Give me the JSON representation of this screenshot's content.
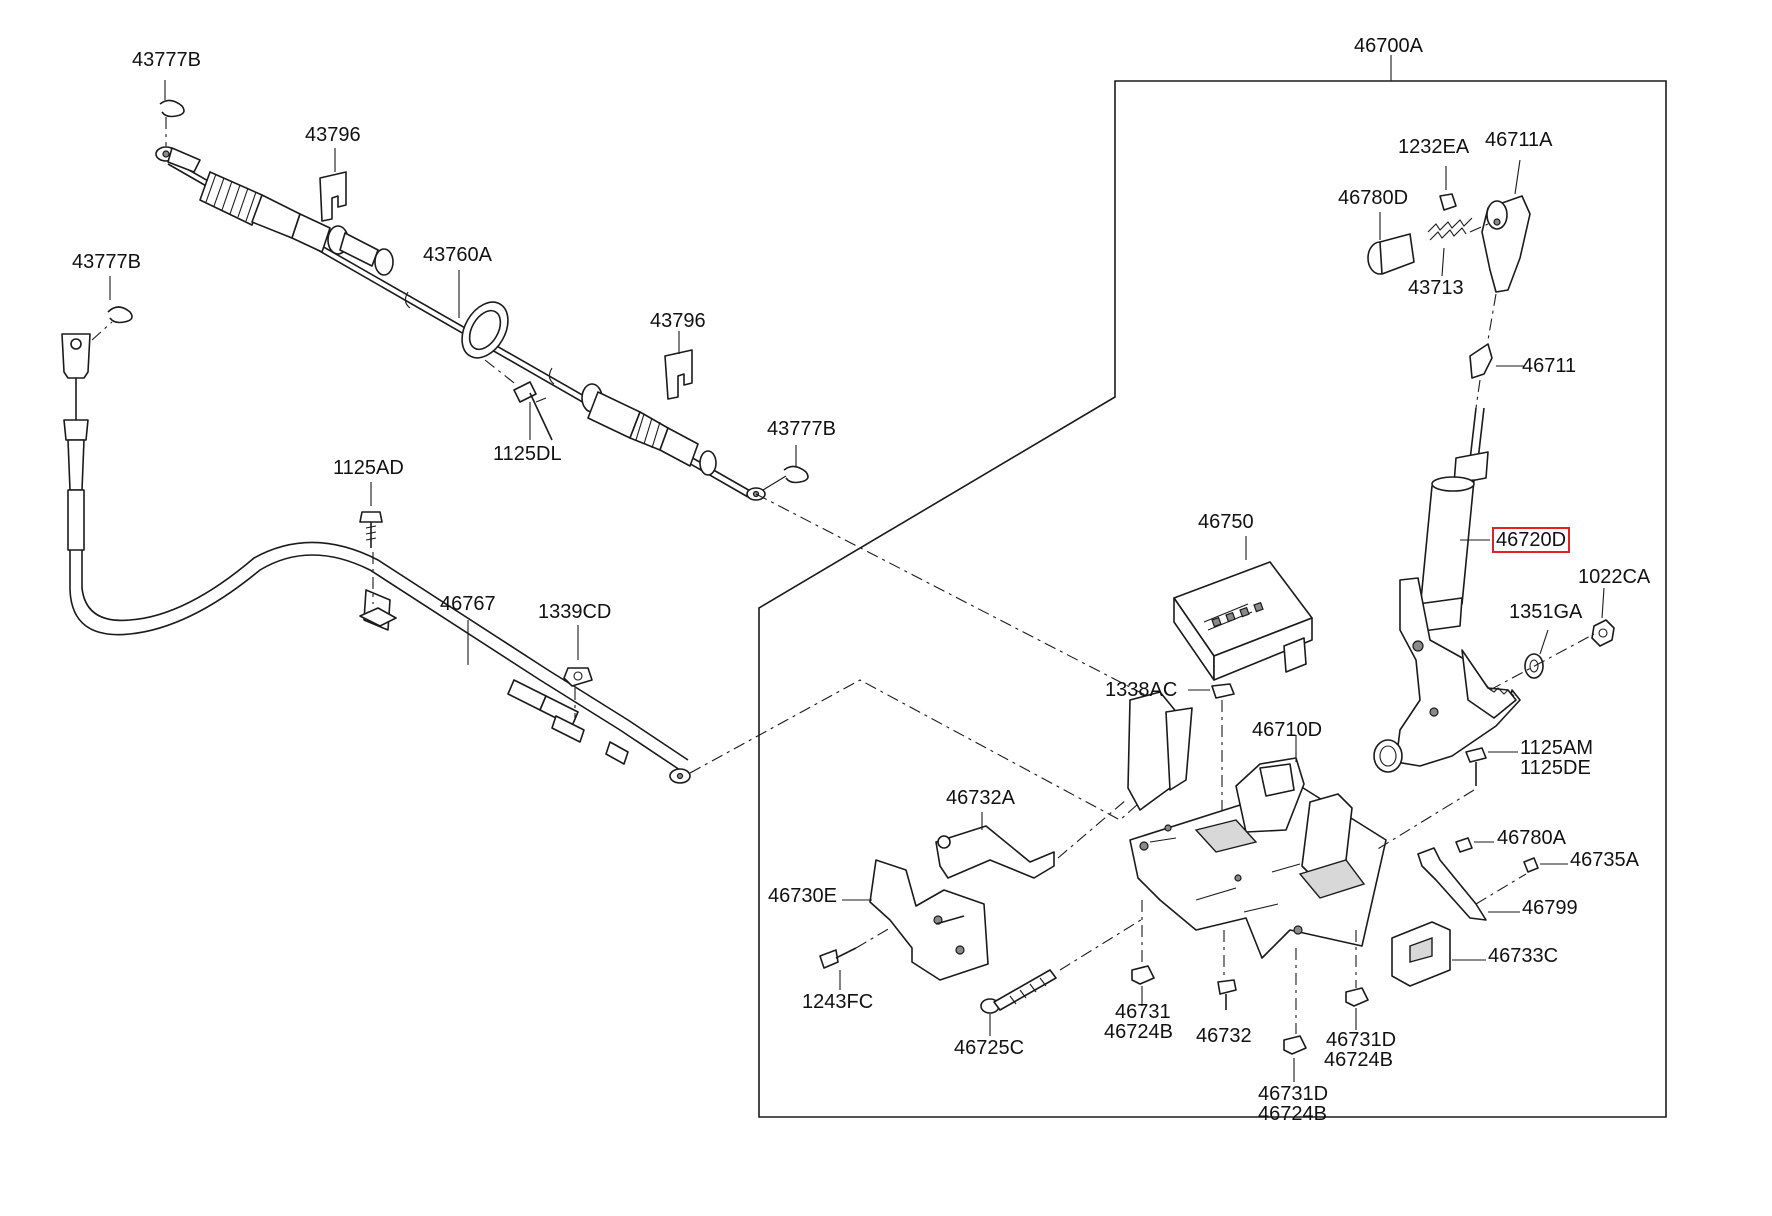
{
  "highlight_color": "#e3202a",
  "labels": {
    "l43777b_1": "43777B",
    "l43796_1": "43796",
    "l43777b_2": "43777B",
    "l43760a": "43760A",
    "l43796_2": "43796",
    "l1125dl": "1125DL",
    "l43777b_3": "43777B",
    "l1125ad": "1125AD",
    "l46767": "46767",
    "l1339cd": "1339CD",
    "l46700a": "46700A",
    "l1232ea": "1232EA",
    "l46711a": "46711A",
    "l46780d": "46780D",
    "l43713": "43713",
    "l46711": "46711",
    "l46720d": "46720D",
    "l1022ca": "1022CA",
    "l1351ga": "1351GA",
    "l46750": "46750",
    "l1338ac": "1338AC",
    "l46710d": "46710D",
    "l1125am": "1125AM",
    "l1125de": "1125DE",
    "l46732a": "46732A",
    "l46780a": "46780A",
    "l46735a": "46735A",
    "l46730e": "46730E",
    "l46799": "46799",
    "l46733c": "46733C",
    "l1243fc": "1243FC",
    "l46731": "46731",
    "l46724b_1": "46724B",
    "l46732": "46732",
    "l46731d_1": "46731D",
    "l46724b_2": "46724B",
    "l46725c": "46725C",
    "l46731d_2": "46731D",
    "l46724b_3": "46724B"
  }
}
